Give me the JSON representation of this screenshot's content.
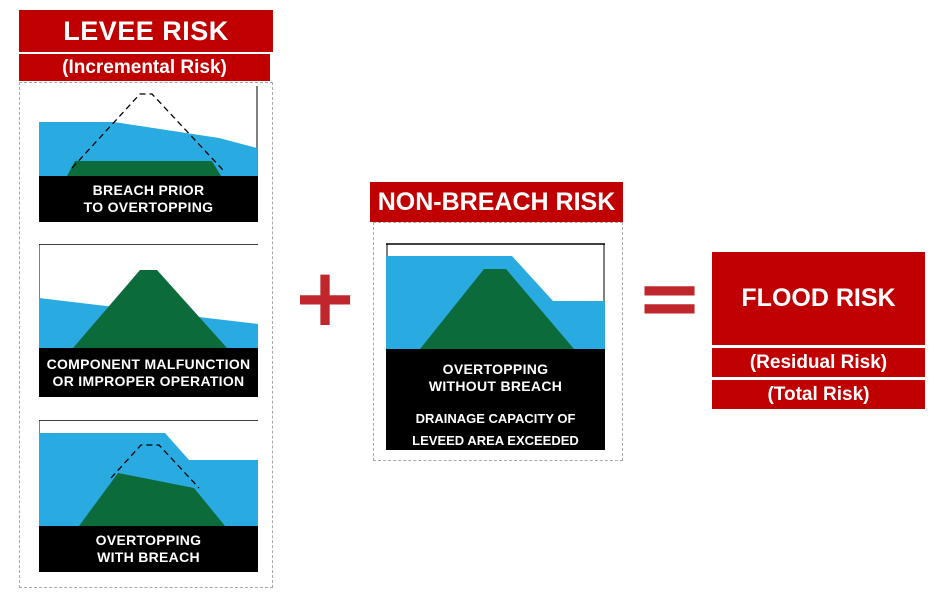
{
  "levee_risk": {
    "title": "LEVEE RISK",
    "subtitle": "(Incremental Risk)",
    "panels": [
      {
        "caption_line1": "BREACH PRIOR",
        "caption_line2": "TO OVERTOPPING"
      },
      {
        "caption_line1": "COMPONENT MALFUNCTION",
        "caption_line2": "OR IMPROPER OPERATION"
      },
      {
        "caption_line1": "OVERTOPPING",
        "caption_line2": "WITH BREACH"
      }
    ]
  },
  "plus_symbol": "+",
  "non_breach_risk": {
    "title": "NON-BREACH RISK",
    "caption_line1": "OVERTOPPING",
    "caption_line2": "WITHOUT BREACH",
    "sub_line1": "DRAINAGE CAPACITY OF",
    "sub_line2": "LEVEED AREA EXCEEDED"
  },
  "equals_symbol": "=",
  "flood_risk": {
    "title": "FLOOD RISK",
    "residual": "(Residual Risk)",
    "total": "(Total Risk)"
  },
  "colors": {
    "accent_red": "#c00000",
    "operator_red": "#c0272d",
    "water": "#29abe2",
    "levee": "#0b6b3a",
    "caption_bg": "#000000"
  }
}
